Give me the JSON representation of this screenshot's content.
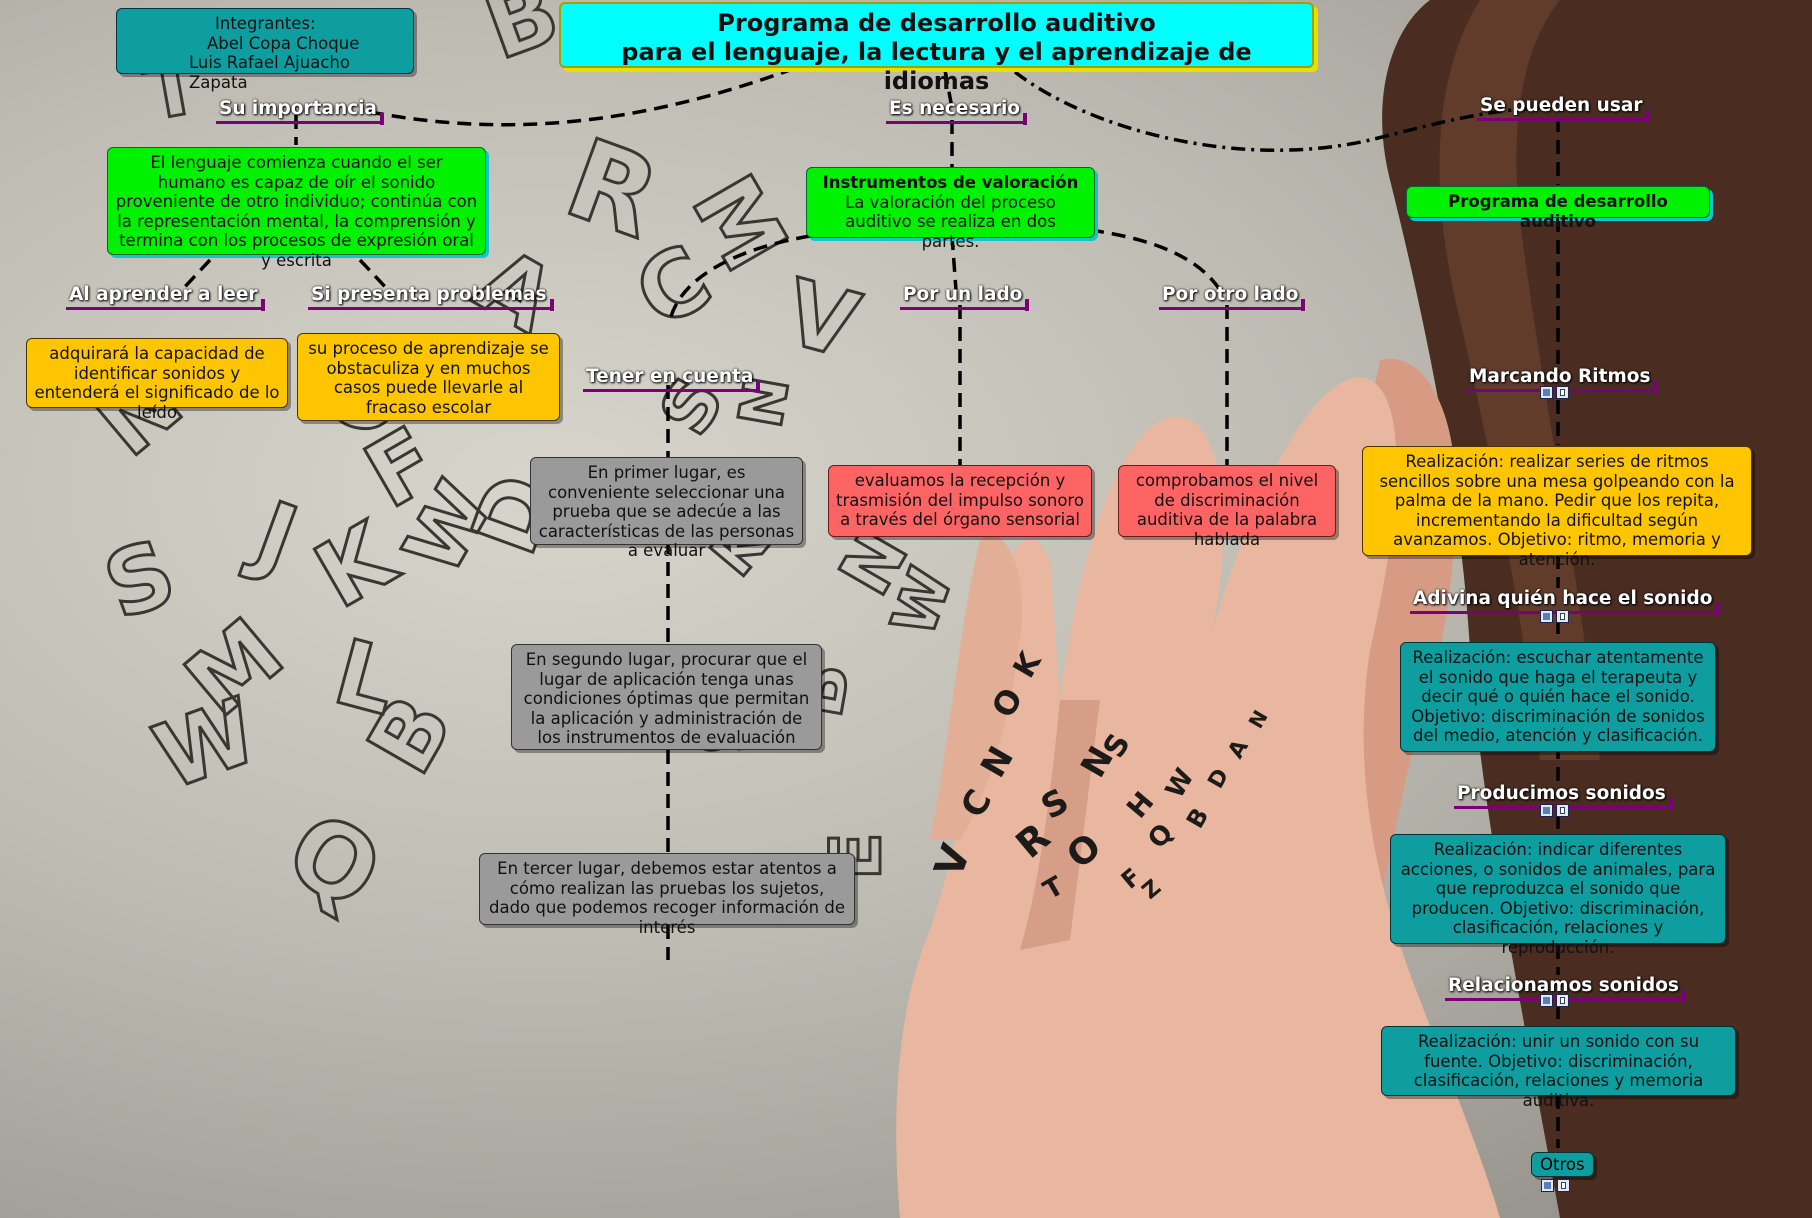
{
  "title": {
    "line1": "Programa de desarrollo auditivo",
    "line2": "para el lenguaje, la lectura y el aprendizaje de idiomas"
  },
  "members": {
    "heading": "Integrantes:",
    "name1": "Abel Copa Choque",
    "name2": "Luis Rafael Ajuacho Zapata"
  },
  "left": {
    "label": "Su importancia",
    "text": "El lenguaje comienza cuando el ser humano es capaz de oír el sonido proveniente de otro individuo; continúa con la representación mental, la comprensión y termina con los procesos de expresión oral y escrita",
    "read_label": "Al aprender a leer",
    "read_text": "adquirará la capacidad de identificar sonidos y entenderá el significado de lo leído",
    "problem_label": "Si presenta problemas",
    "problem_text": "su proceso de aprendizaje se obstaculiza y en muchos casos puede llevarle al fracaso escolar"
  },
  "center": {
    "label": "Es necesario",
    "box_title": "Instrumentos de valoración",
    "box_text": "La valoración del proceso auditivo se realiza en dos partes.",
    "consider_label": "Tener en cuenta",
    "consider": [
      "En primer lugar, es conveniente seleccionar una prueba que se adecúe a las características de las personas a evaluar",
      "En segundo lugar, procurar que el lugar de aplicación tenga unas condiciones óptimas que permitan la aplicación y administración de los instrumentos de evaluación",
      "En tercer lugar, debemos estar atentos a cómo realizan las pruebas los sujetos, dado que podemos recoger información de interés"
    ],
    "side1_label": "Por un lado",
    "side1_text": "evaluamos la recepción y trasmisión del impulso sonoro a través del órgano sensorial",
    "side2_label": "Por otro lado",
    "side2_text": "comprobamos el nivel de discriminación auditiva de la palabra hablada"
  },
  "right": {
    "label": "Se pueden usar",
    "program": "Programa de desarrollo auditivo",
    "activities": [
      {
        "label": "Marcando Ritmos",
        "text": "Realización: realizar series de ritmos sencillos sobre una mesa golpeando con la palma de la mano. Pedir que los repita, incrementando la dificultad según avanzamos. Objetivo: ritmo, memoria y atención."
      },
      {
        "label": "Adivina quién hace el sonido",
        "text": "Realización: escuchar atentamente el sonido que haga el terapeuta y decir qué o quién hace el sonido. Objetivo: discriminación de sonidos del medio, atención y clasificación."
      },
      {
        "label": "Producimos sonidos",
        "text": "Realización: indicar diferentes acciones, o sonidos de animales, para que reproduzca el sonido que producen. Objetivo: discriminación, clasificación, relaciones y reproducción."
      },
      {
        "label": "Relacionamos sonidos",
        "text": "Realización: unir un sonido con su fuente. Objetivo: discriminación, clasificación, relaciones y memoria auditiva."
      }
    ],
    "others": "Otros"
  },
  "colors": {
    "title_bg": "#00ffff",
    "green": "#00f200",
    "yellow": "#ffc600",
    "gray": "#9a9a9a",
    "red": "#ff6464",
    "teal": "#0e9ea0",
    "label_underline": "#7a007a"
  },
  "icons": [
    "image-attachment-icon",
    "document-attachment-icon"
  ]
}
